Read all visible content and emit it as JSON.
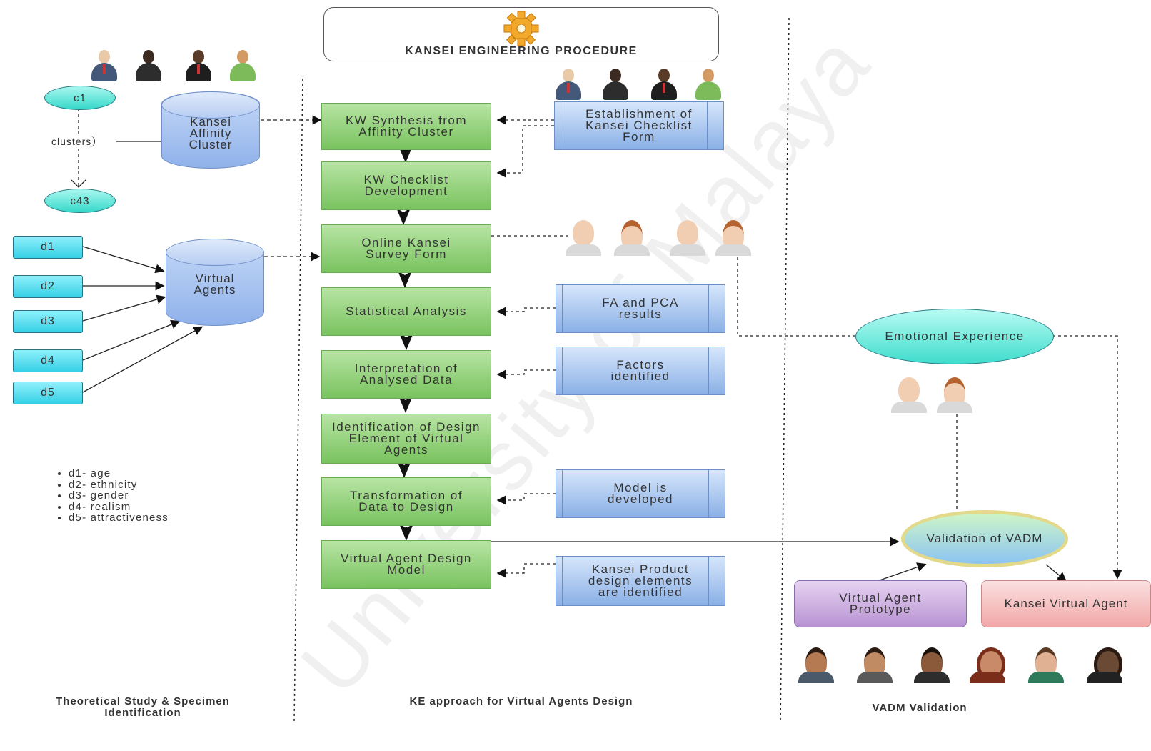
{
  "header": {
    "title": "KANSEI ENGINEERING PROCEDURE",
    "icon": "gear-icon"
  },
  "left": {
    "cluster_top": "c1",
    "cluster_bottom": "c43",
    "clusters_label": "clusters",
    "kansei_cylinder": "Kansei Affinity Cluster",
    "agents_cylinder": "Virtual Agents",
    "dims": [
      "d1",
      "d2",
      "d3",
      "d4",
      "d5"
    ],
    "legend": [
      "d1- age",
      "d2- ethnicity",
      "d3- gender",
      "d4- realism",
      "d5- attractiveness"
    ],
    "section_title": "Theoretical Study & Specimen Identification"
  },
  "steps": [
    "KW Synthesis from Affinity Cluster",
    "KW Checklist Development",
    "Online Kansei Survey Form",
    "Statistical Analysis",
    "Interpretation of Analysed Data",
    "Identification of Design Element of Virtual Agents",
    "Transformation of Data to Design",
    "Virtual Agent Design Model"
  ],
  "inputs": [
    "Establishment of Kansei Checklist Form",
    "FA and PCA results",
    "Factors identified",
    "Model is developed",
    "Kansei Product design elements are identified"
  ],
  "middle": {
    "section_title": "KE approach for Virtual Agents Design"
  },
  "right": {
    "emotional": "Emotional Experience",
    "validation": "Validation of VADM",
    "prototype": "Virtual Agent Prototype",
    "kansei_agent": "Kansei Virtual Agent",
    "section_title": "VADM Validation"
  },
  "watermark": "University of Malaya",
  "colors": {
    "step_green": "#8fd173",
    "input_blue": "#a9c6f0",
    "dim_cyan": "#5fe0ee",
    "prototype_purple": "#c7a9dc",
    "kansei_pink": "#f4b7b7"
  }
}
